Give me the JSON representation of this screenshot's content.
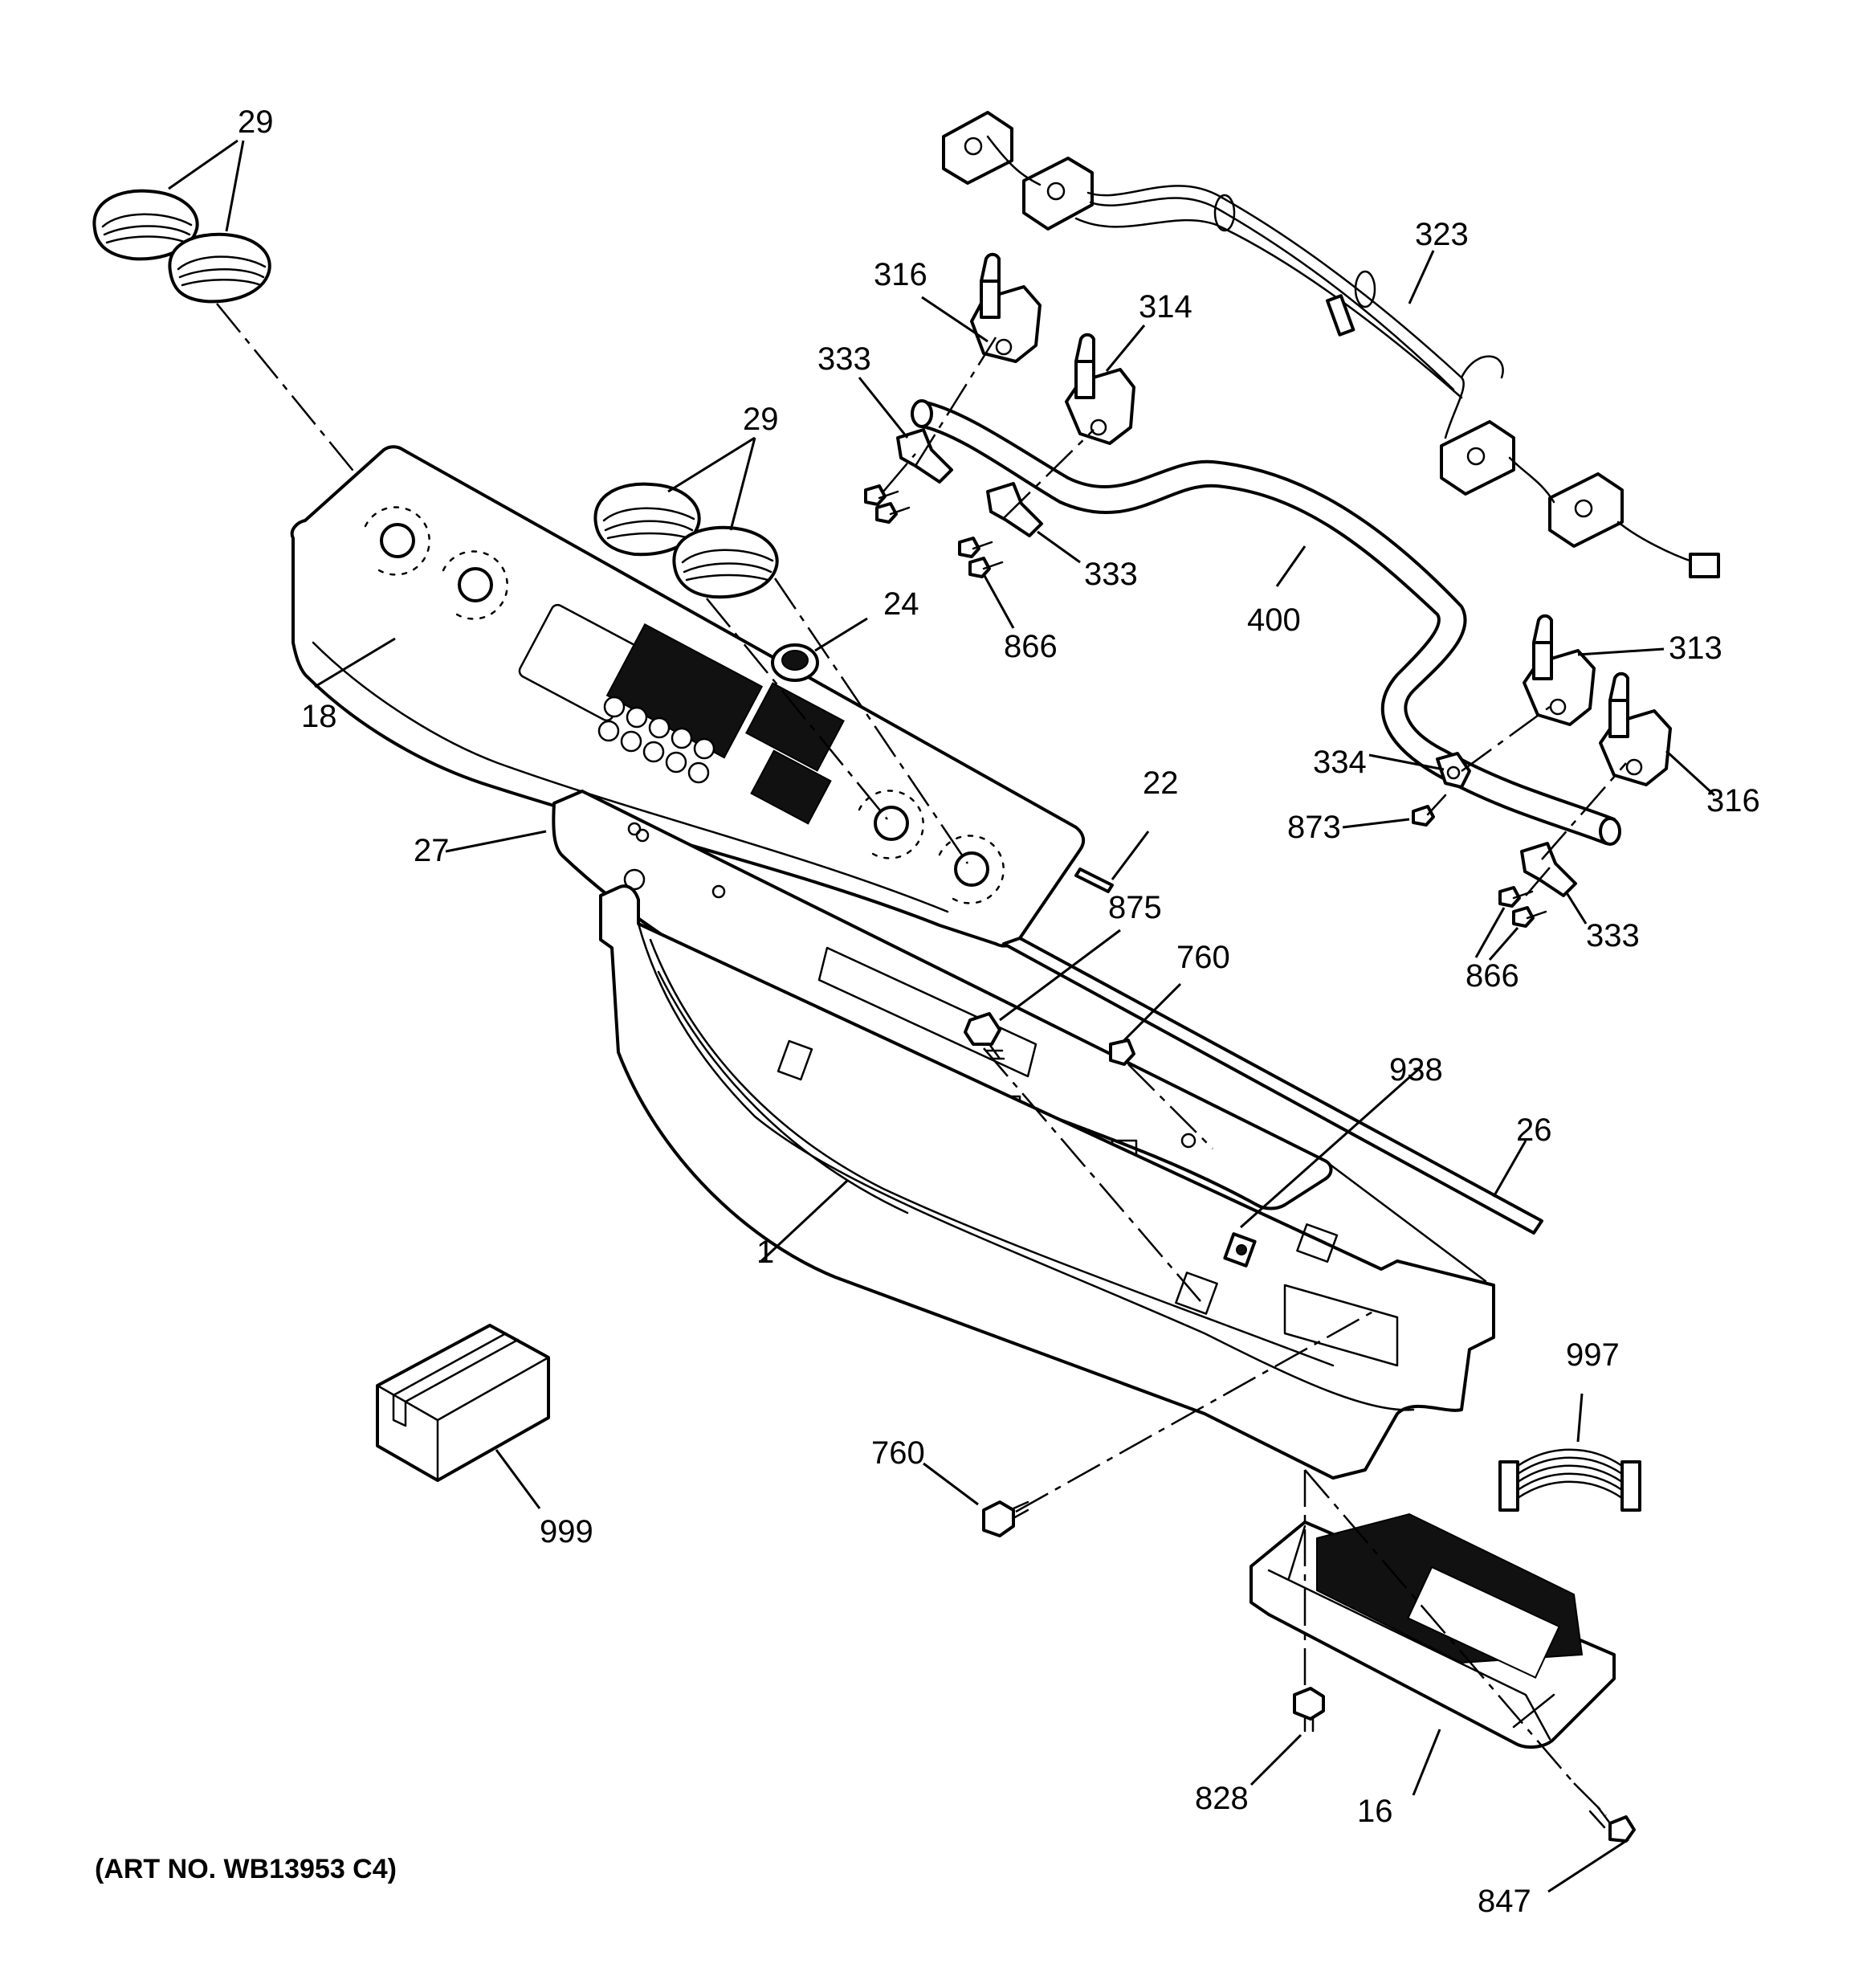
{
  "diagram": {
    "footer": "(ART NO. WB13953 C4)",
    "callouts": [
      {
        "id": "c29a",
        "text": "29"
      },
      {
        "id": "c29b",
        "text": "29"
      },
      {
        "id": "c18",
        "text": "18"
      },
      {
        "id": "c24",
        "text": "24"
      },
      {
        "id": "c27",
        "text": "27"
      },
      {
        "id": "c22",
        "text": "22"
      },
      {
        "id": "c875",
        "text": "875"
      },
      {
        "id": "c760a",
        "text": "760"
      },
      {
        "id": "c938",
        "text": "938"
      },
      {
        "id": "c26",
        "text": "26"
      },
      {
        "id": "c1",
        "text": "1"
      },
      {
        "id": "c999",
        "text": "999"
      },
      {
        "id": "c760b",
        "text": "760"
      },
      {
        "id": "c997",
        "text": "997"
      },
      {
        "id": "c828",
        "text": "828"
      },
      {
        "id": "c16",
        "text": "16"
      },
      {
        "id": "c847",
        "text": "847"
      },
      {
        "id": "c323",
        "text": "323"
      },
      {
        "id": "c316a",
        "text": "316"
      },
      {
        "id": "c314",
        "text": "314"
      },
      {
        "id": "c333a",
        "text": "333"
      },
      {
        "id": "c333b",
        "text": "333"
      },
      {
        "id": "c866a",
        "text": "866"
      },
      {
        "id": "c400",
        "text": "400"
      },
      {
        "id": "c313",
        "text": "313"
      },
      {
        "id": "c334",
        "text": "334"
      },
      {
        "id": "c873",
        "text": "873"
      },
      {
        "id": "c316b",
        "text": "316"
      },
      {
        "id": "c333c",
        "text": "333"
      },
      {
        "id": "c866b",
        "text": "866"
      }
    ]
  }
}
